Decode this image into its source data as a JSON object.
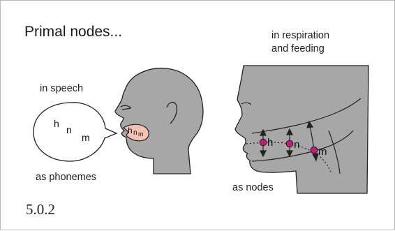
{
  "title": "Primal nodes...",
  "left_panel": {
    "caption_top": "in speech",
    "caption_bottom": "as phonemes",
    "bubble_letters": [
      "h",
      "n",
      "m"
    ],
    "mouth_letters": [
      "h",
      "n",
      "m"
    ]
  },
  "right_panel": {
    "caption_top_line1": "in respiration",
    "caption_top_line2": "and feeding",
    "caption_bottom": "as nodes",
    "node_labels": [
      "h",
      "n",
      "m"
    ]
  },
  "figure_number": "5.0.2",
  "colors": {
    "head": "#a7a7a7",
    "node": "#c8197d",
    "mouth": "#f3c2b0",
    "outline": "#222222"
  }
}
